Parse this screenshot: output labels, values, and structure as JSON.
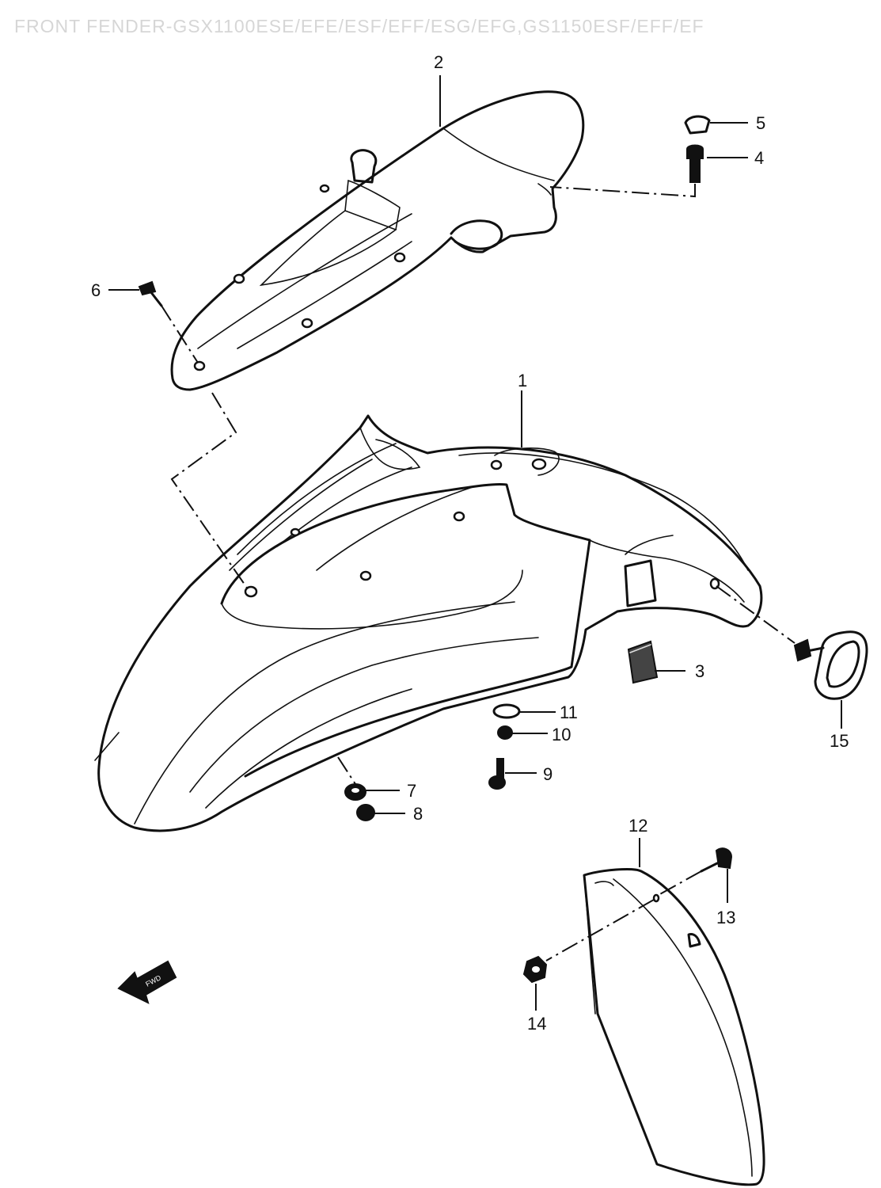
{
  "title": "FRONT FENDER-GSX1100ESE/EFE/ESF/EFF/ESG/EFG,GS1150ESF/EFF/EF",
  "callouts": [
    "1",
    "2",
    "3",
    "4",
    "5",
    "6",
    "7",
    "8",
    "9",
    "10",
    "11",
    "12",
    "13",
    "14",
    "15"
  ],
  "direction_arrow_text": "FWD"
}
